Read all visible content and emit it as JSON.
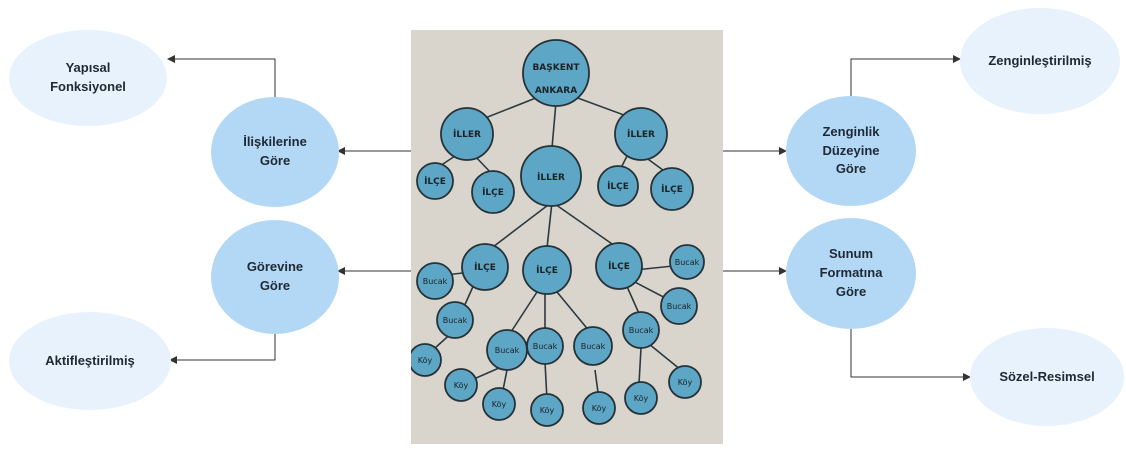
{
  "left": {
    "relations": {
      "label": "İlişkilerine\nGöre",
      "child": "Yapısal\nFonksiyonel"
    },
    "duty": {
      "label": "Görevine\nGöre",
      "child": "Aktifleştirilmiş"
    }
  },
  "right": {
    "richness": {
      "label": "Zenginlik\nDüzeyine\nGöre",
      "child": "Zenginleştirilmiş"
    },
    "format": {
      "label": "Sunum\nFormatına\nGöre",
      "child": "Sözel-Resimsel"
    }
  },
  "photo": {
    "root": "BAŞKENT\nANKARA",
    "provinces": [
      "İLLER",
      "İLLER",
      "İLLER"
    ],
    "districts": [
      "İLÇE",
      "İLÇE",
      "İLÇE",
      "İLÇE",
      "İLÇE",
      "İLÇE",
      "İLÇE"
    ],
    "subdistrict": "Bucak",
    "village": "Köy"
  },
  "colors": {
    "node_fill": "#b3d8f6",
    "leaf_fill": "#e8f2fc",
    "photo_circle": "#5ea6c6",
    "paper": "#d9d5cd"
  }
}
